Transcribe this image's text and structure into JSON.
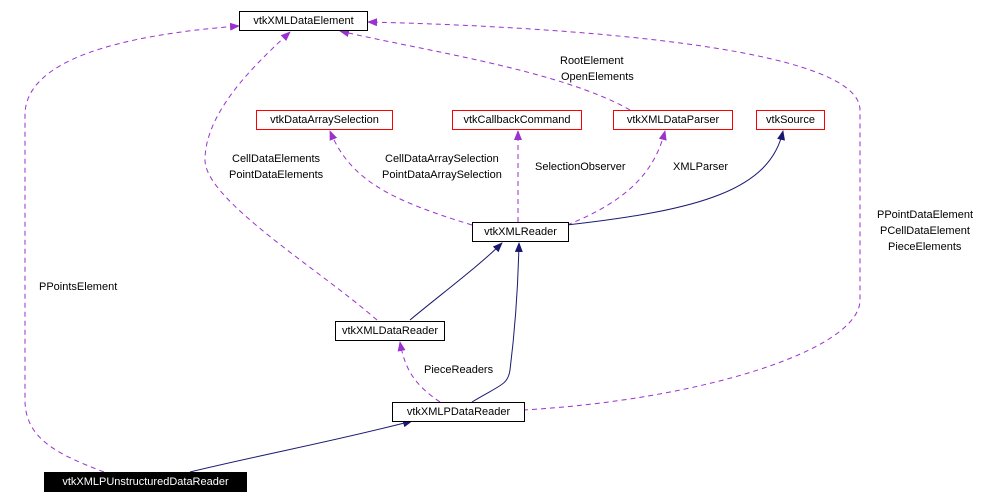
{
  "colors": {
    "usage_edge": "#9a32cd",
    "inherit_edge": "#191970",
    "external_border": "#ff0000"
  },
  "nodes": {
    "xml_data_element": "vtkXMLDataElement",
    "data_array_selection": "vtkDataArraySelection",
    "callback_command": "vtkCallbackCommand",
    "xml_data_parser": "vtkXMLDataParser",
    "source": "vtkSource",
    "xml_reader": "vtkXMLReader",
    "xml_data_reader": "vtkXMLDataReader",
    "xml_p_data_reader": "vtkXMLPDataReader",
    "xml_p_unstructured_data_reader": "vtkXMLPUnstructuredDataReader"
  },
  "labels": {
    "root_element": "RootElement",
    "open_elements": "OpenElements",
    "cell_data_elements": "CellDataElements",
    "point_data_elements": "PointDataElements",
    "cell_data_array_selection": "CellDataArraySelection",
    "point_data_array_selection": "PointDataArraySelection",
    "selection_observer": "SelectionObserver",
    "xml_parser": "XMLParser",
    "p_point_data_element": "PPointDataElement",
    "p_cell_data_element": "PCellDataElement",
    "piece_elements": "PieceElements",
    "p_points_element": "PPointsElement",
    "piece_readers": "PieceReaders"
  }
}
